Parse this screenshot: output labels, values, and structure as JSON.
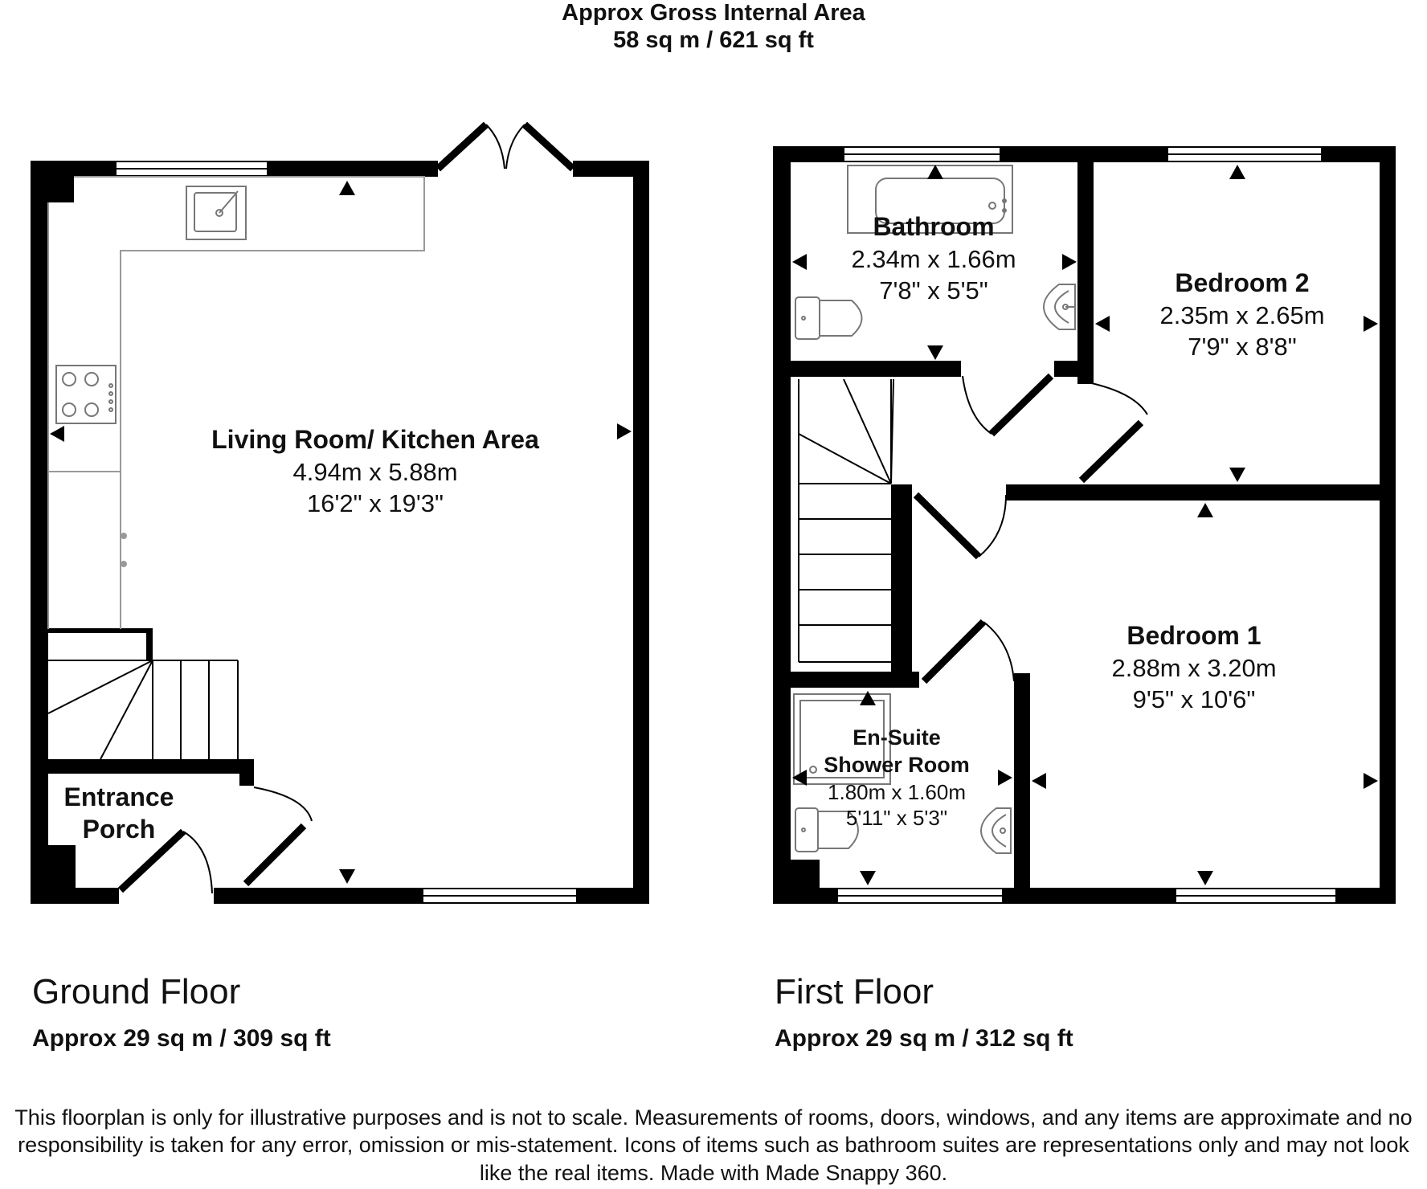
{
  "header": {
    "title": "Approx Gross Internal Area",
    "total": "58 sq m / 621 sq ft"
  },
  "ground_floor": {
    "label": "Ground Floor",
    "area": "Approx 29 sq m / 309 sq ft",
    "rooms": [
      {
        "name": "Living Room/ Kitchen Area",
        "metric": "4.94m x 5.88m",
        "imperial": "16'2\" x 19'3\""
      },
      {
        "name_line1": "Entrance",
        "name_line2": "Porch"
      }
    ]
  },
  "first_floor": {
    "label": "First Floor",
    "area": "Approx 29 sq m / 312 sq ft",
    "rooms": [
      {
        "name": "Bathroom",
        "metric": "2.34m x 1.66m",
        "imperial": "7'8\" x 5'5\""
      },
      {
        "name": "Bedroom 2",
        "metric": "2.35m x 2.65m",
        "imperial": "7'9\" x 8'8\""
      },
      {
        "name": "Bedroom 1",
        "metric": "2.88m x 3.20m",
        "imperial": "9'5\" x 10'6\""
      },
      {
        "name_line1": "En-Suite",
        "name_line2": "Shower Room",
        "metric": "1.80m x 1.60m",
        "imperial": "5'11\" x 5'3\""
      }
    ]
  },
  "disclaimer": "This floorplan is only for illustrative purposes and is not to scale. Measurements of rooms, doors, windows, and any items are approximate and no responsibility is taken for any error, omission or mis-statement. Icons of items such as bathroom suites are representations only and may not look like the real items. Made with Made Snappy 360."
}
